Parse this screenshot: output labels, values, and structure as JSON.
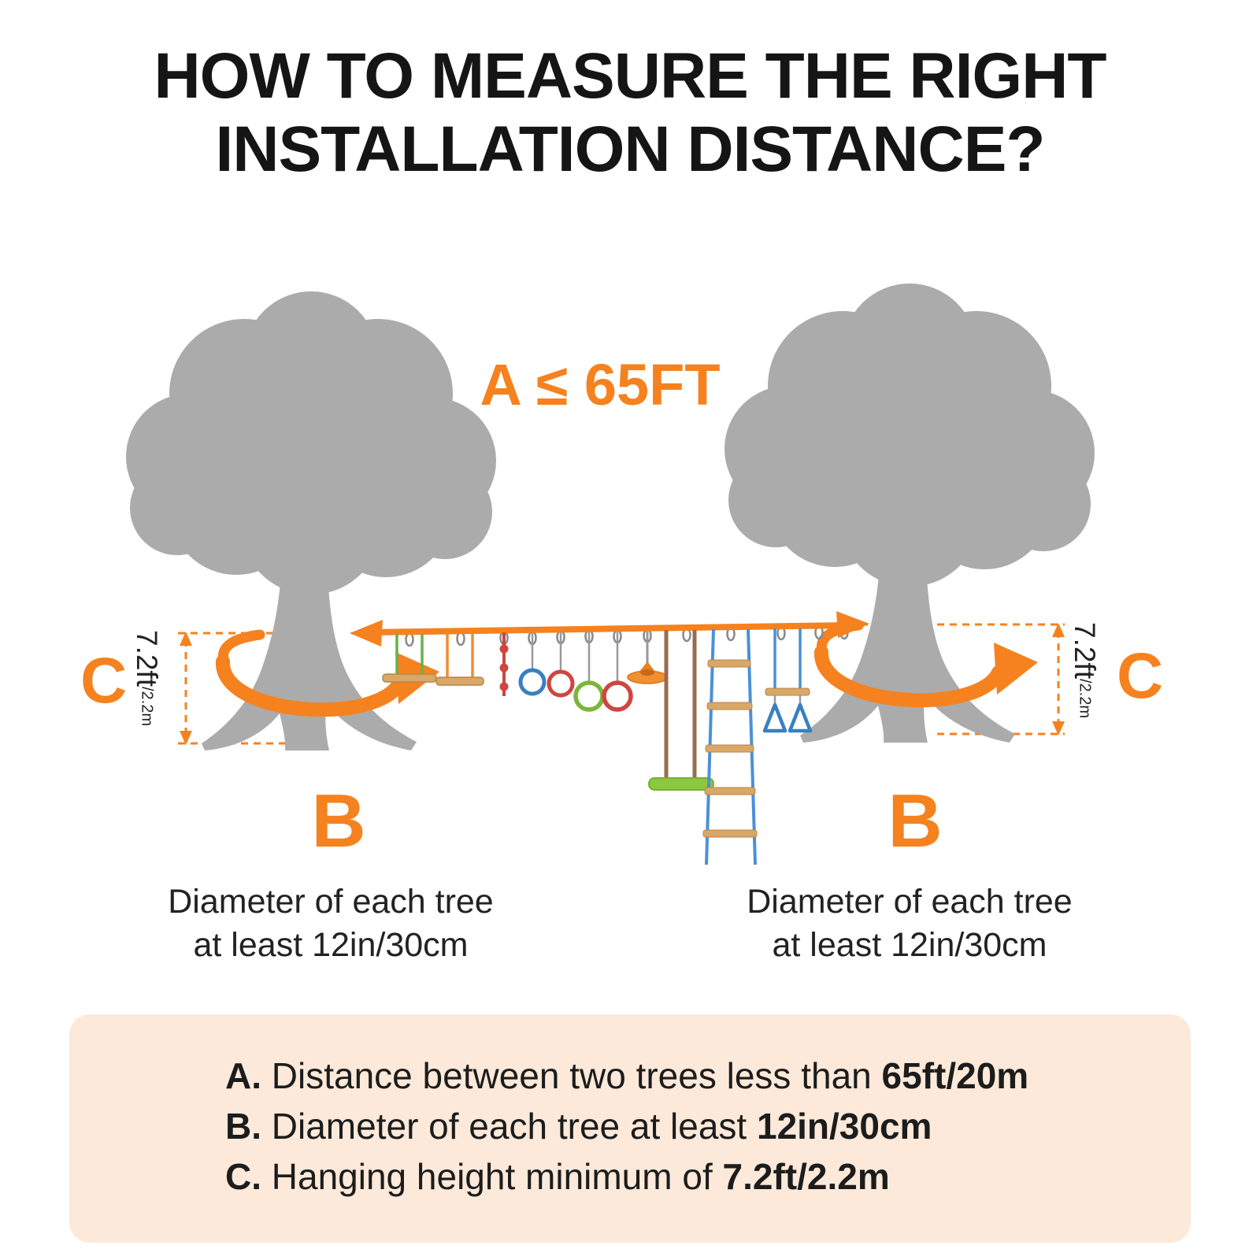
{
  "title": {
    "line1": "HOW TO MEASURE THE RIGHT",
    "line2": "INSTALLATION DISTANCE?"
  },
  "diagram": {
    "distance_label": "A ≤ 65FT",
    "c_label": "C",
    "b_label": "B",
    "height_main": "7.2ft",
    "height_sub": "/2.2m",
    "tree_note_line1": "Diameter of each tree",
    "tree_note_line2": "at least 12in/30cm"
  },
  "legend": {
    "items": [
      {
        "prefix": "A.",
        "text": " Distance between two trees less than ",
        "value": "65ft/20m"
      },
      {
        "prefix": "B.",
        "text": " Diameter of each tree at least ",
        "value": "12in/30cm"
      },
      {
        "prefix": "C.",
        "text": " Hanging height minimum of ",
        "value": "7.2ft/2.2m"
      }
    ]
  },
  "icons": {
    "trees": "tree-silhouette",
    "rotation_arrows": "diameter-rotation-arrow",
    "line": "slackline-with-obstacles"
  },
  "colors": {
    "accent_orange": "#F5821F",
    "tree_gray": "#ABABAB",
    "legend_bg": "#FCE9DA",
    "text_color": "#1A1A1A"
  }
}
